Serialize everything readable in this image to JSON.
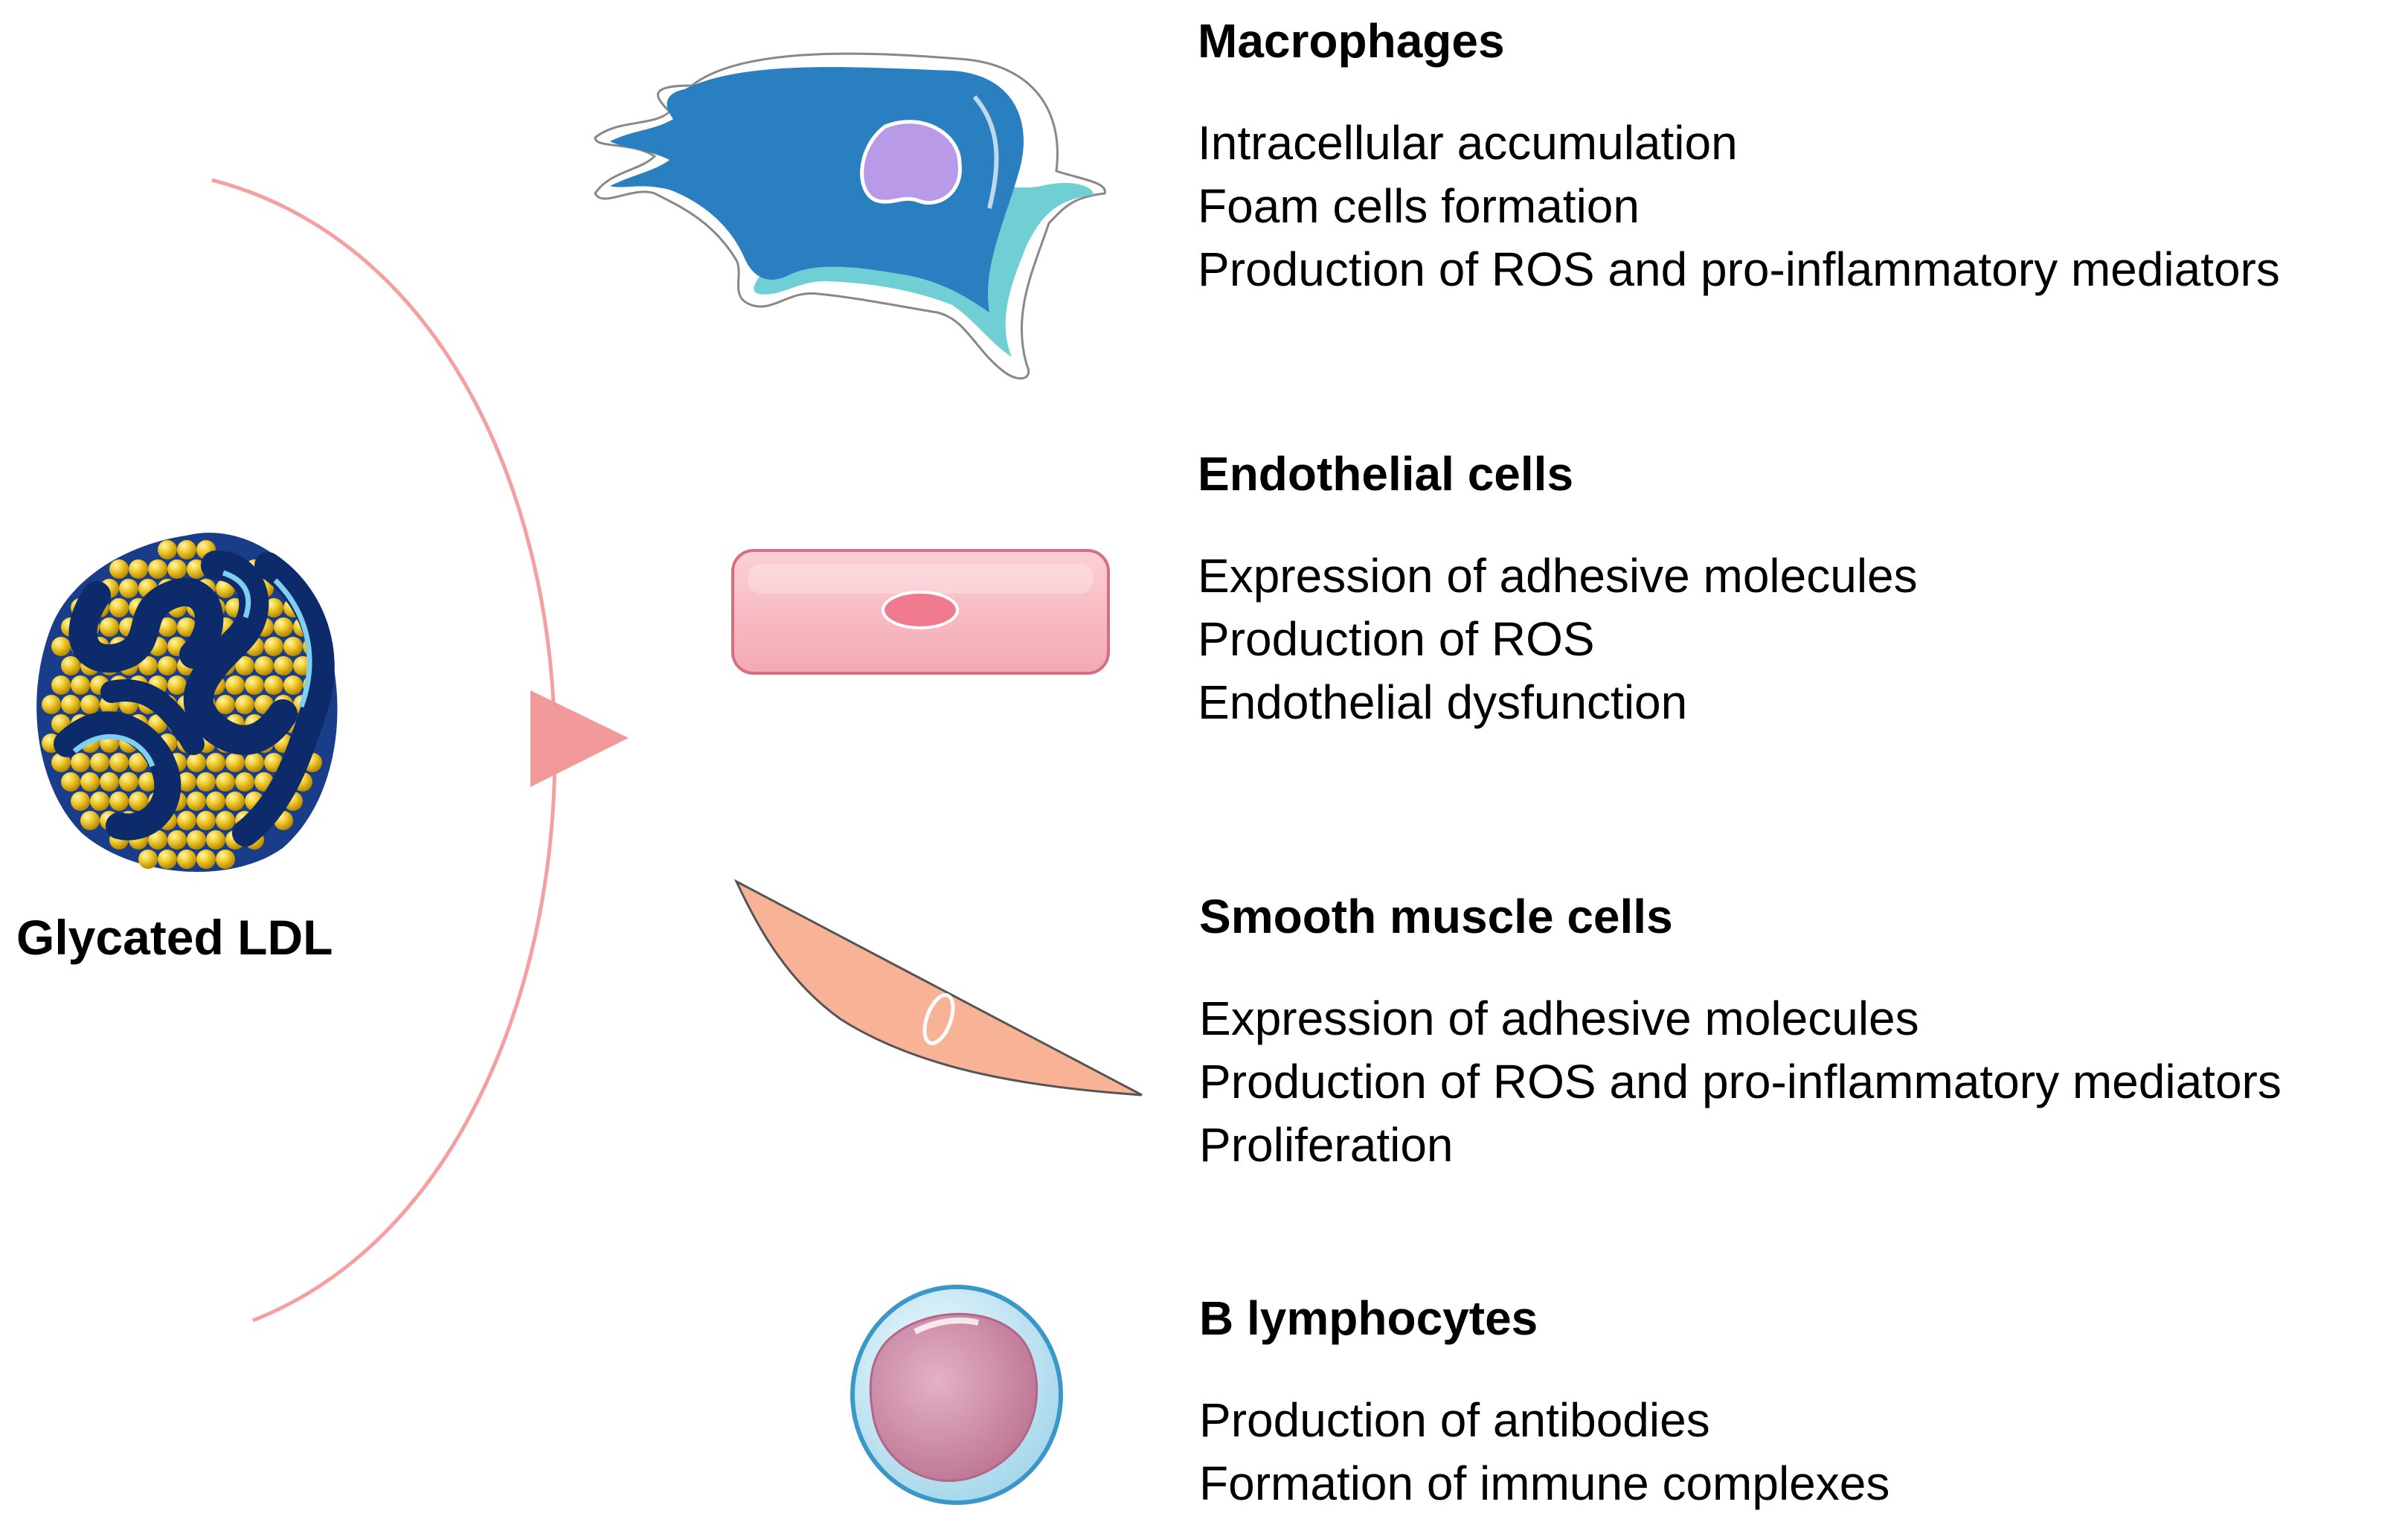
{
  "source": {
    "label": "Glycated LDL"
  },
  "colors": {
    "arc": "#f4a0a0",
    "arrow": "#f2999a",
    "macrophage_dark": "#2a7fc0",
    "macrophage_light": "#6fcfd4",
    "nucleus": "#b89ae8",
    "endothelial": "#f7b3bb",
    "smooth_muscle": "#f8b396",
    "b_lymphocyte": "#cf90a8",
    "ldl_core": "#f2cc30",
    "ldl_protein": "#0d2a6b"
  },
  "targets": [
    {
      "title": "Macrophages",
      "effects": [
        "Intracellular accumulation",
        "Foam cells formation",
        "Production of ROS and pro-inflammatory mediators"
      ]
    },
    {
      "title": "Endothelial cells",
      "effects": [
        "Expression of adhesive molecules",
        "Production of ROS",
        "Endothelial dysfunction"
      ]
    },
    {
      "title": "Smooth muscle cells",
      "effects": [
        "Expression of adhesive molecules",
        "Production of ROS and pro-inflammatory mediators",
        "Proliferation"
      ]
    },
    {
      "title": "B lymphocytes",
      "effects": [
        "Production of antibodies",
        "Formation of immune complexes"
      ]
    }
  ]
}
